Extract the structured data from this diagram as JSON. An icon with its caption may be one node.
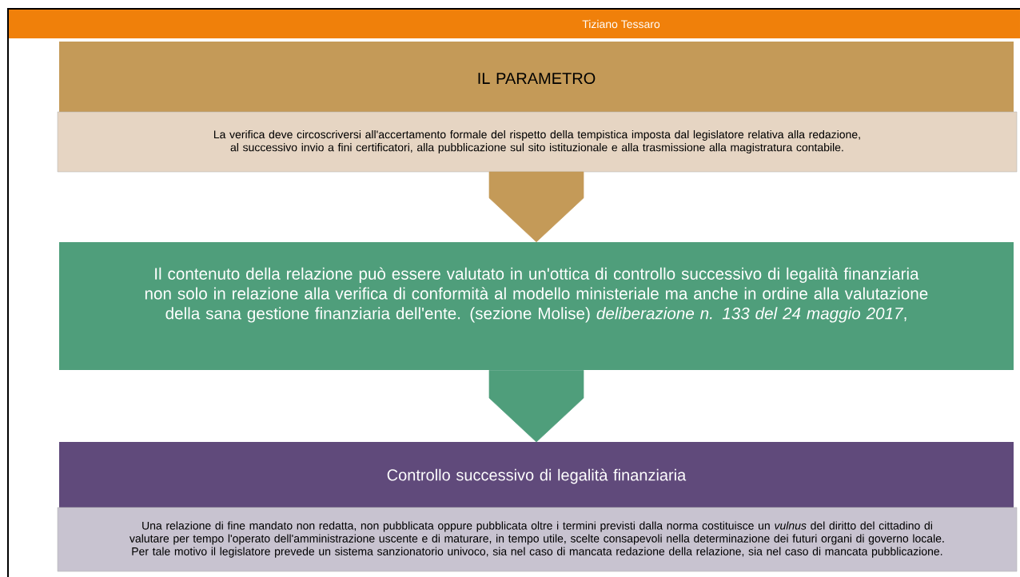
{
  "diagram": {
    "nodes": [
      {
        "text": [
          "IL PARAMETRO",
          "La verifica deve circoscriversi all'accertamento formale del rispetto della tempistica imposta dal legislatore relativa alla redazione, al successivo invio a fini certificatori, alla pubblicazione sul sito istituzionale e alla trasmissione alla magistratura contabile."
        ]
      },
      {
        "text": [
          "Il contenuto della relazione può essere valutato in un'ottica di controllo successivo di legalità finanziaria non solo in relazione alla verifica di conformità al modello ministeriale ma anche in ordine alla valutazione della sana gestione finanziaria dell'ente. (sezione Molise) *deliberazione n. 133 del 24 maggio 2017*,"
        ]
      },
      {
        "text": [
          "Controllo successivo di legalità finanziaria",
          "Una relazione di fine mandato non redatta, non pubblicata oppure pubblicata oltre i termini previsti dalla norma costituisce un *vulnus* del diritto del cittadino di valutare per tempo l'operato dell'amministrazione uscente e di maturare, in tempo utile, scelte consapevoli nella determinazione dei futuri organi di governo locale. Per tale motivo il legislatore prevede un sistema sanzionatorio univoco, sia nel caso di mancata redazione della relazione, sia nel caso di mancata pubblicazione."
        ]
      }
    ],
    "edges": [
      {
        "from": 0,
        "to": 1,
        "arrow": "to",
        "style": "thick",
        "color": "#c49a58"
      },
      {
        "from": 1,
        "to": 2,
        "arrow": "to",
        "style": "thick",
        "color": "#4f9e7b"
      }
    ],
    "labels": [
      "Tiziano Tessaro"
    ]
  }
}
